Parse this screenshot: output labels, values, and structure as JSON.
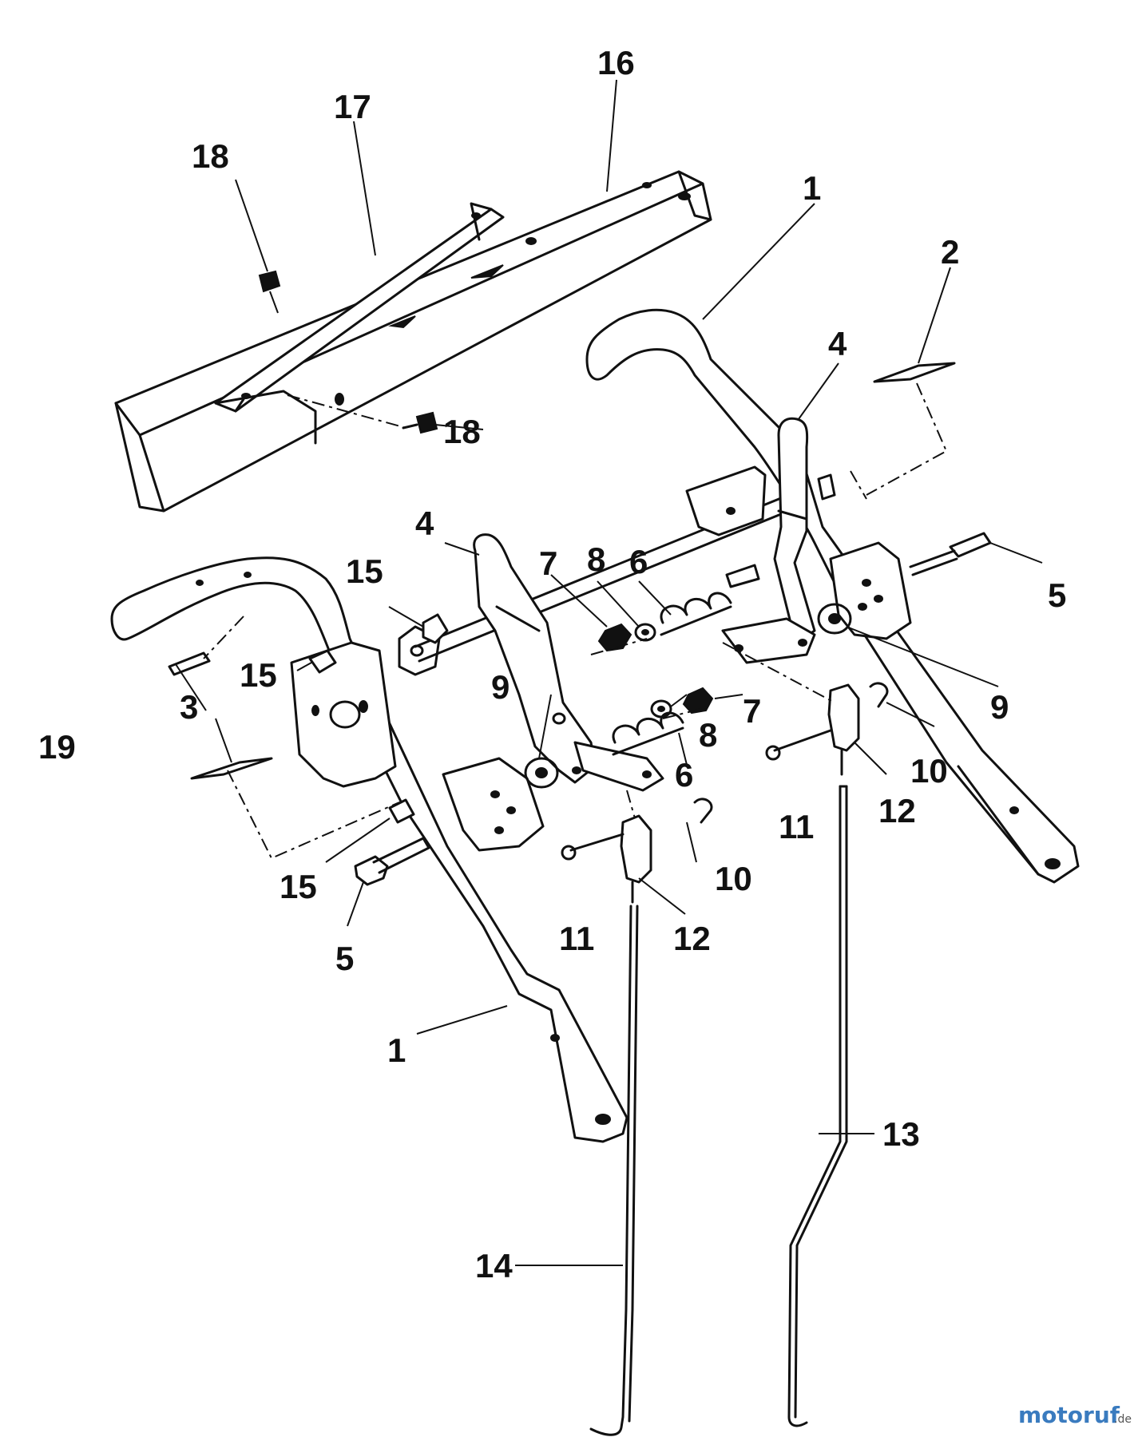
{
  "title": "Handlebar and control linkage exploded parts diagram",
  "callouts": {
    "c16": "16",
    "c17": "17",
    "c18a": "18",
    "c18b": "18",
    "c1a": "1",
    "c1b": "1",
    "c2": "2",
    "c3": "3",
    "c4a": "4",
    "c4b": "4",
    "c5a": "5",
    "c5b": "5",
    "c6a": "6",
    "c6b": "6",
    "c7a": "7",
    "c7b": "7",
    "c8a": "8",
    "c8b": "8",
    "c9a": "9",
    "c9b": "9",
    "c10a": "10",
    "c10b": "10",
    "c11a": "11",
    "c11b": "11",
    "c12a": "12",
    "c12b": "12",
    "c13": "13",
    "c14": "14",
    "c15a": "15",
    "c15b": "15",
    "c15c": "15",
    "c19": "19"
  },
  "watermark": {
    "name": "motoruf",
    "suffix": ".de"
  },
  "colors": {
    "ink": "#111111",
    "watermark": "#3a7bbf"
  }
}
